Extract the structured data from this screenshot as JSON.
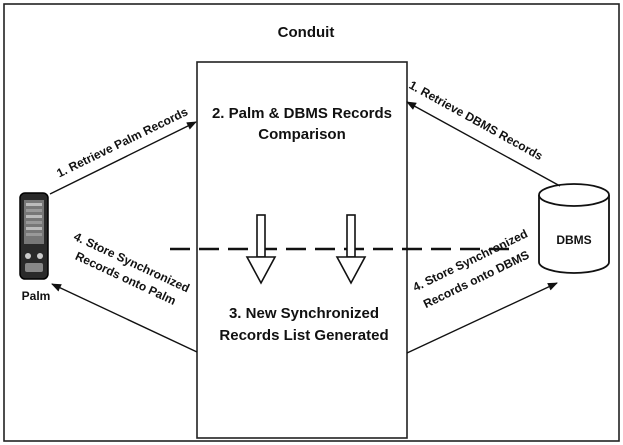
{
  "title": "Conduit",
  "comparison_line1": "2. Palm & DBMS Records",
  "comparison_line2": "Comparison",
  "generated_line1": "3. New Synchronized",
  "generated_line2": "Records List Generated",
  "palm_label": "Palm",
  "dbms_label": "DBMS",
  "retrieve_palm": "1. Retrieve Palm Records",
  "retrieve_dbms": "1. Retrieve DBMS Records",
  "store_palm_line1": "4. Store Synchronized",
  "store_palm_line2": "Records onto Palm",
  "store_dbms_line1": "4. Store Synchronized",
  "store_dbms_line2": "Records onto DBMS",
  "icons": {
    "palm_device": "pda-icon",
    "dbms": "database-cylinder-icon"
  }
}
